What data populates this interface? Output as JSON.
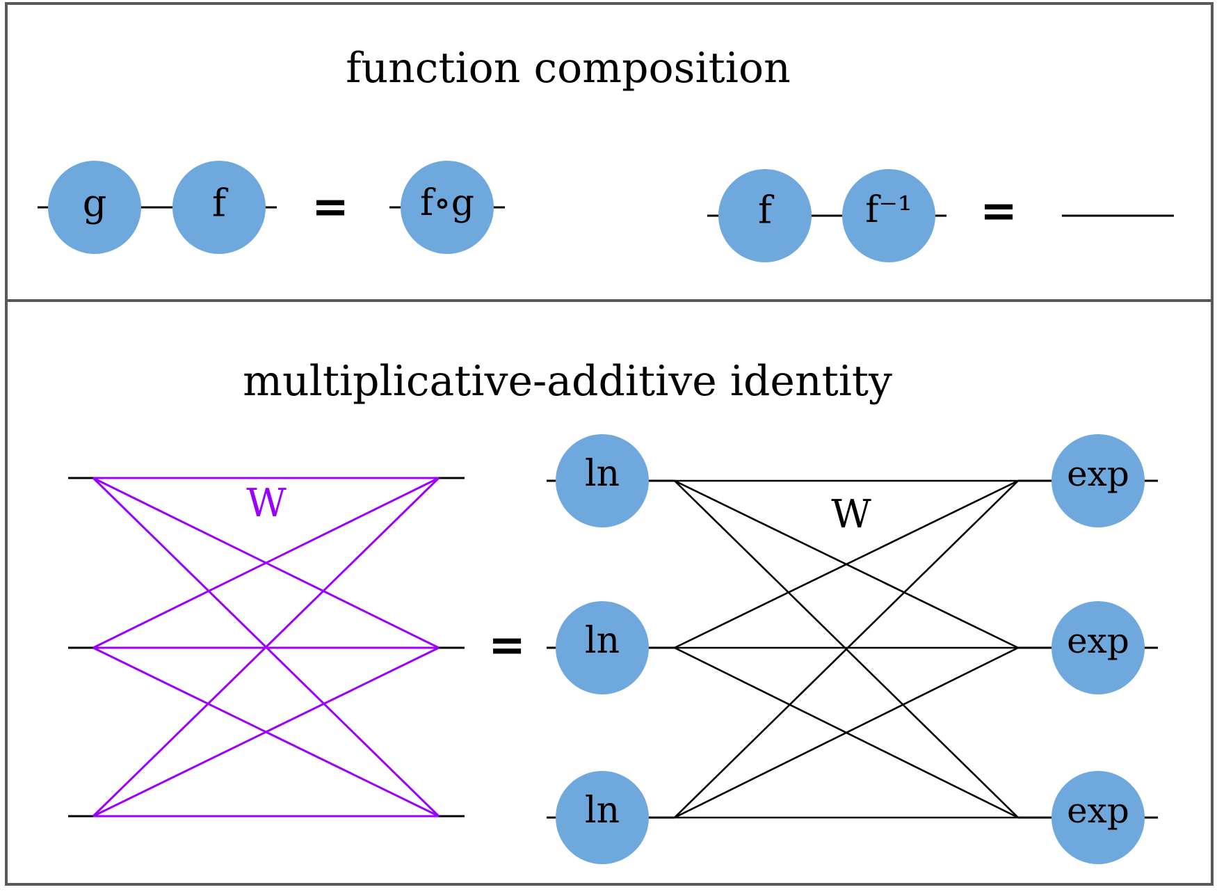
{
  "panels": {
    "function_composition": {
      "title": "function composition",
      "lhs_nodes": [
        "g",
        "f"
      ],
      "equals": "=",
      "rhs_node": "f∘g",
      "inverse_lhs_nodes": [
        "f",
        "f⁻¹"
      ],
      "inverse_equals": "=",
      "inverse_rhs": "identity wire"
    },
    "multiplicative_additive_identity": {
      "title": "multiplicative-additive identity",
      "left_weight_label": "W",
      "equals": "=",
      "input_nodes": [
        "ln",
        "ln",
        "ln"
      ],
      "right_weight_label": "W",
      "output_nodes": [
        "exp",
        "exp",
        "exp"
      ],
      "wire_count": 3
    }
  },
  "colors": {
    "node_fill": "#6fa8dc",
    "weight_purple": "#9b00ff",
    "wire": "#000000",
    "border": "#595959"
  }
}
